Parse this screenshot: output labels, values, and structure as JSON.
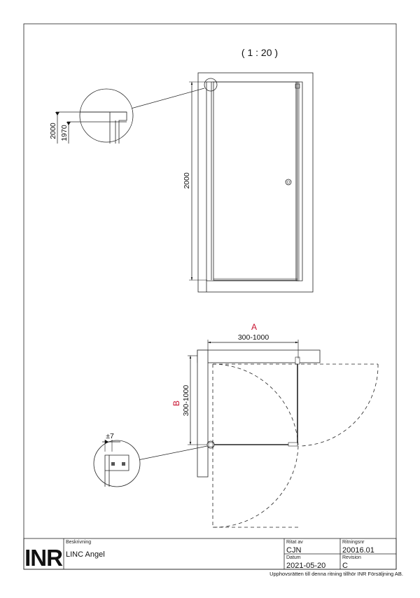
{
  "scale_label": "( 1 : 20 )",
  "elevation": {
    "total_height": "2000",
    "detail_height_outer": "2000",
    "detail_height_inner": "1970"
  },
  "plan": {
    "width_letter": "A",
    "width_range": "300-1000",
    "depth_letter": "B",
    "depth_range": "300-1000",
    "detail_tolerance": "±7"
  },
  "title_block": {
    "logo_text": "INR",
    "description_label": "Beskrivning",
    "description_value": "LINC Angel",
    "drawn_by_label": "Ritat av",
    "drawn_by_value": "CJN",
    "drawing_no_label": "Ritningsnr",
    "drawing_no_value": "20016.01",
    "date_label": "Datum",
    "date_value": "2021-05-20",
    "revision_label": "Revision",
    "revision_value": "C",
    "copyright": "Upphovsrätten till denna ritning tillhör INR Försäljning AB."
  },
  "colors": {
    "line": "#1a1a1a",
    "dim_accent": "#c8102e",
    "wall_fill": "#ffffff"
  }
}
